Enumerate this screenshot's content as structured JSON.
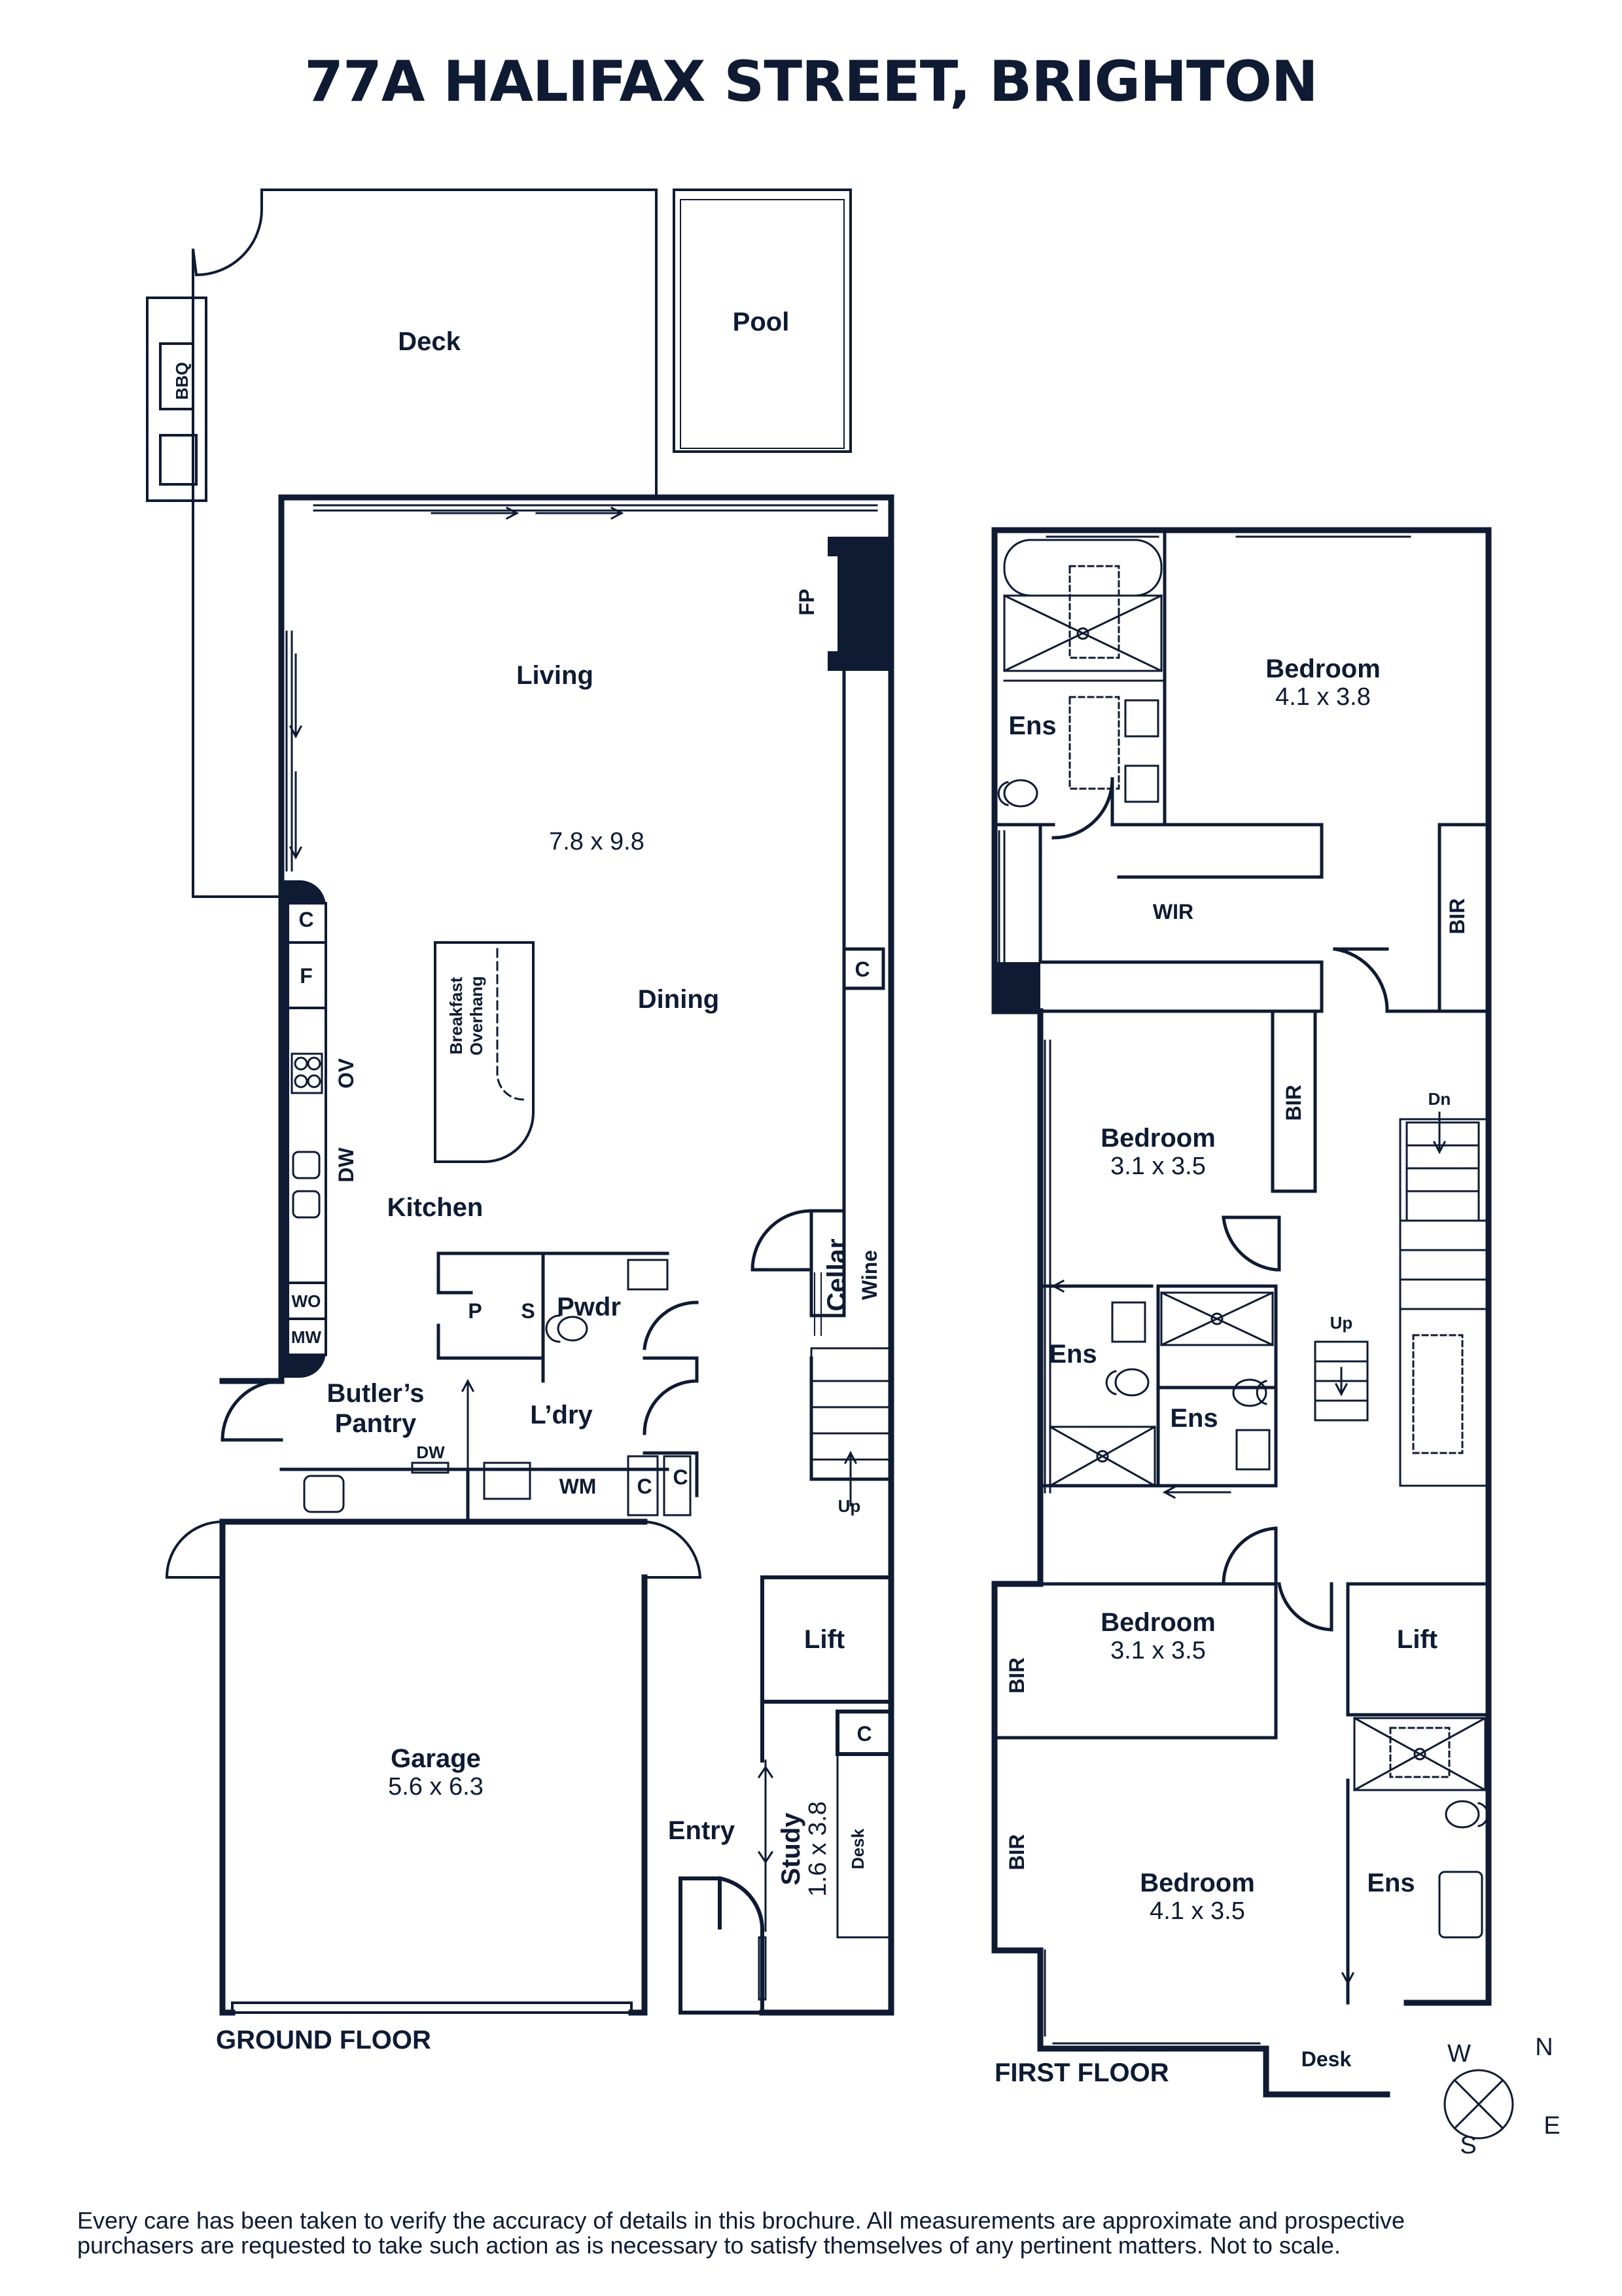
{
  "title": "77A HALIFAX STREET, BRIGHTON",
  "ground_floor": {
    "label": "GROUND FLOOR",
    "rooms": {
      "deck": "Deck",
      "bbq": "BBQ",
      "pool": "Pool",
      "living": "Living",
      "living_dims": "7.8 x 9.8",
      "fp": "FP",
      "dining": "Dining",
      "breakfast": "Breakfast",
      "overhang": "Overhang",
      "kitchen": "Kitchen",
      "c1": "C",
      "f": "F",
      "ov": "OV",
      "dw1": "DW",
      "wo": "WO",
      "mw": "MW",
      "p": "P",
      "s": "S",
      "pwdr": "Pwdr",
      "butlers": "Butler’s",
      "pantry": "Pantry",
      "dw2": "DW",
      "ldry": "L’dry",
      "wm": "WM",
      "c2": "C",
      "c3": "C",
      "c4": "C",
      "cellar": "Cellar",
      "wine": "Wine",
      "up": "Up",
      "lift": "Lift",
      "c5": "C",
      "garage": "Garage",
      "garage_dims": "5.6 x 6.3",
      "entry": "Entry",
      "study": "Study",
      "study_dims": "1.6 x 3.8",
      "desk": "Desk"
    }
  },
  "first_floor": {
    "label": "FIRST FLOOR",
    "rooms": {
      "ens1": "Ens",
      "bed1": "Bedroom",
      "bed1_dims": "4.1 x 3.8",
      "wir": "WIR",
      "bir1": "BIR",
      "bir2": "BIR",
      "bed2": "Bedroom",
      "bed2_dims": "3.1 x 3.5",
      "dn": "Dn",
      "up": "Up",
      "ens2": "Ens",
      "ens3": "Ens",
      "bed3": "Bedroom",
      "bed3_dims": "3.1 x 3.5",
      "lift": "Lift",
      "bir3": "BIR",
      "bir4": "BIR",
      "bed4": "Bedroom",
      "bed4_dims": "4.1 x 3.5",
      "ens4": "Ens",
      "desk": "Desk"
    }
  },
  "compass": {
    "n": "N",
    "e": "E",
    "s": "S",
    "w": "W"
  },
  "disclaimer": {
    "line1": "Every care has been taken to verify the accuracy of details in this brochure. All measurements are approximate and prospective",
    "line2": "purchasers are requested to take such action as is necessary to satisfy themselves of any pertinent matters. Not to scale."
  },
  "colors": {
    "ink": "#0f1b33",
    "background": "#ffffff"
  }
}
